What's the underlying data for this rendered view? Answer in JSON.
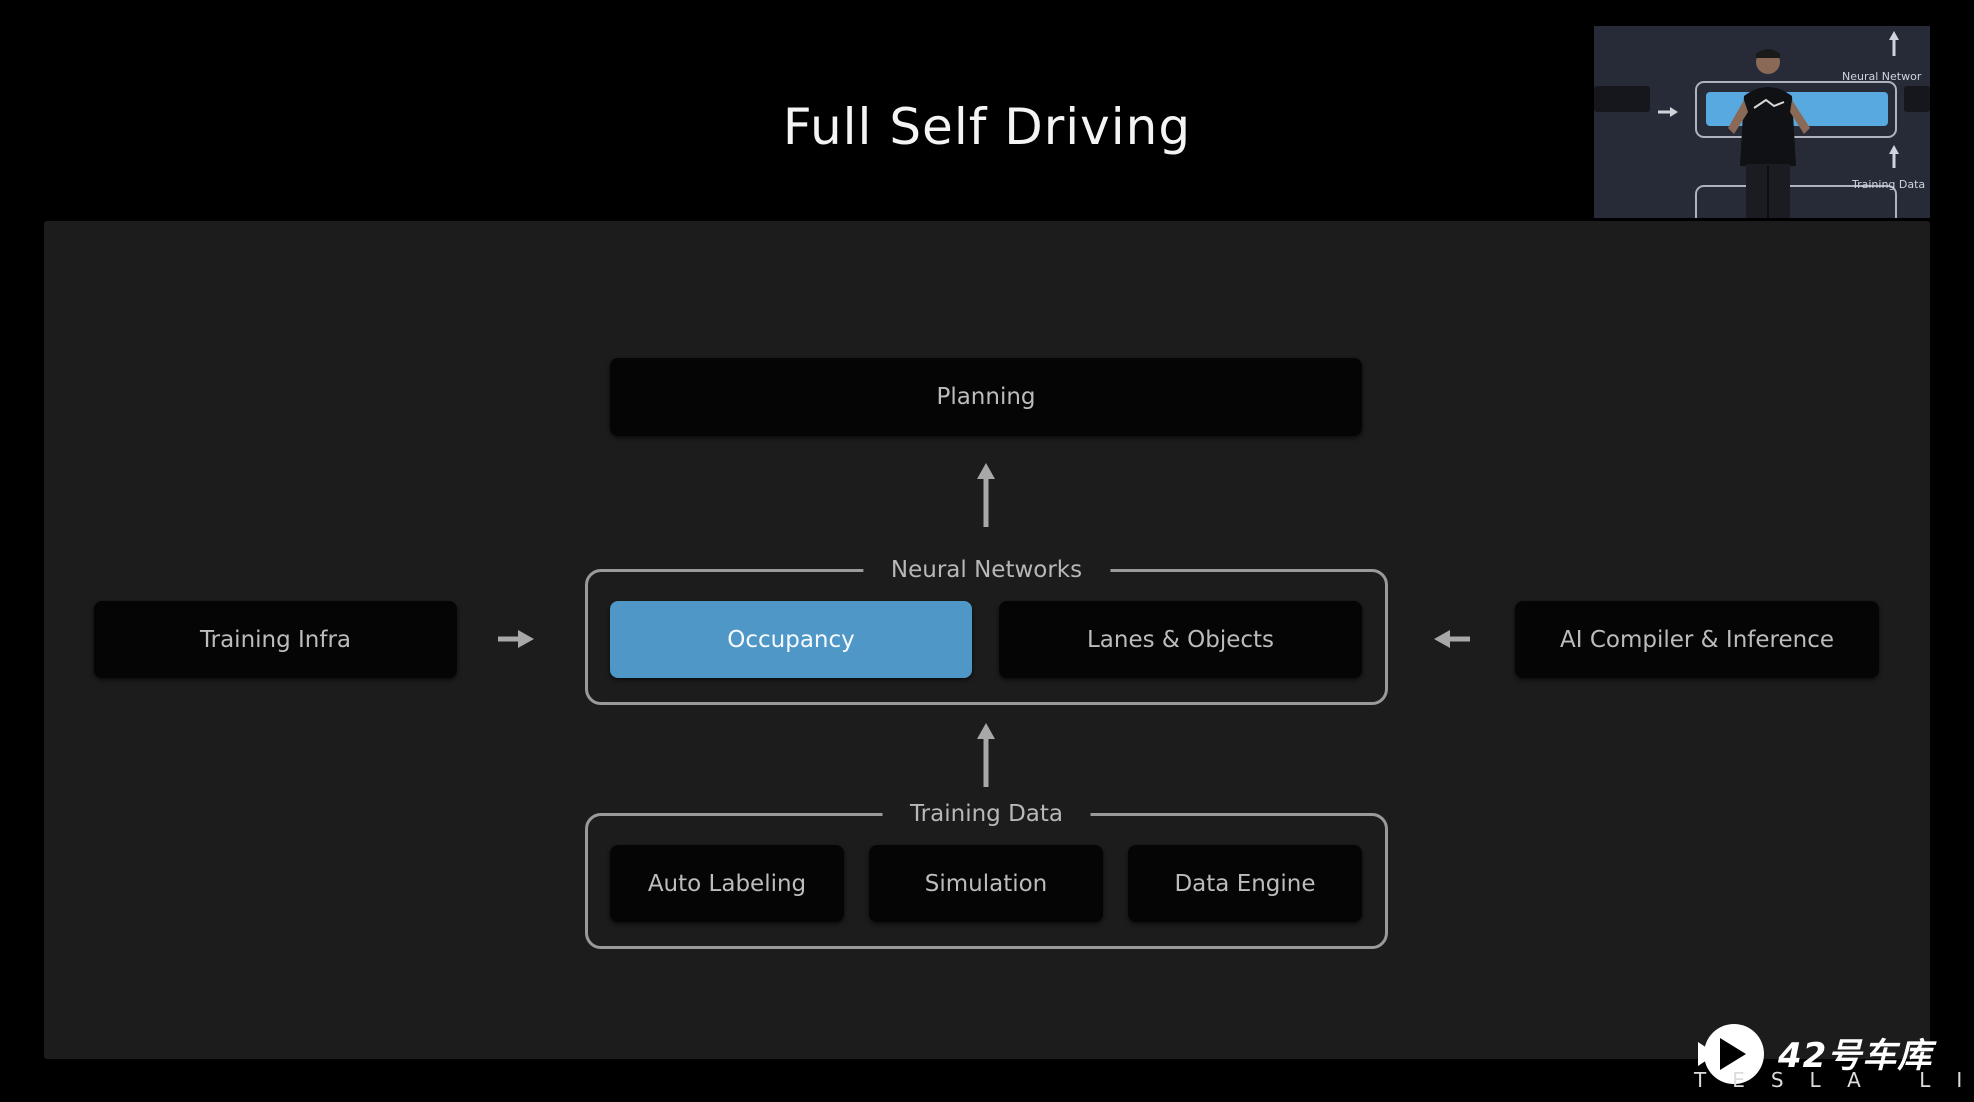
{
  "slide": {
    "title": "Full Self Driving"
  },
  "diagram": {
    "planning": "Planning",
    "training_infra": "Training Infra",
    "ai_compiler": "AI Compiler & Inference",
    "neural_networks": {
      "label": "Neural Networks",
      "items": [
        "Occupancy",
        "Lanes & Objects"
      ],
      "active_item": "Occupancy"
    },
    "training_data": {
      "label": "Training Data",
      "items": [
        "Auto Labeling",
        "Simulation",
        "Data Engine"
      ]
    }
  },
  "pip": {
    "label_top": "Neural Networ",
    "label_bottom": "Training Data"
  },
  "watermark": {
    "brand": "42号车库",
    "sub": "TESLA LIVE"
  },
  "colors": {
    "background": "#000000",
    "panel": "#1b1c1b",
    "box": "#050505",
    "active": "#4f97c7",
    "border": "#9a9a9a"
  }
}
